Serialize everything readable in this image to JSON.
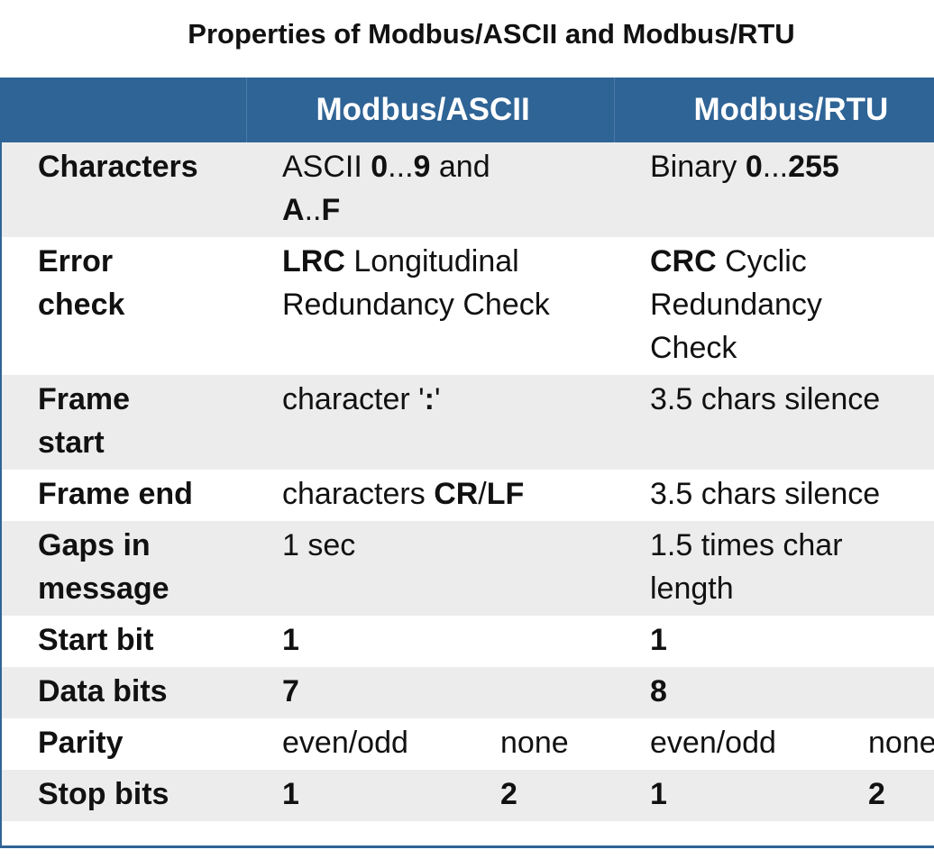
{
  "title": "Properties of Modbus/ASCII and Modbus/RTU",
  "headers": {
    "col1": "Modbus/ASCII",
    "col2": "Modbus/RTU"
  },
  "rows": {
    "characters": {
      "label": "Characters",
      "ascii": {
        "pre": "ASCII ",
        "a": "0",
        "mid": "...",
        "b": "9",
        "post": " and",
        "c": "A",
        "mid2": "..",
        "d": "F"
      },
      "rtu": {
        "pre": "Binary ",
        "a": "0",
        "mid": "...",
        "b": "255"
      }
    },
    "error_check": {
      "label_line1": "Error",
      "label_line2": "check",
      "ascii": {
        "bold": "LRC",
        "rest": " Longitudinal Redundancy Check"
      },
      "rtu": {
        "bold": "CRC",
        "rest": " Cyclic Redundancy Check"
      }
    },
    "frame_start": {
      "label_line1": "Frame",
      "label_line2": "start",
      "ascii": {
        "pre": "character '",
        "bold": ":",
        "post": "'"
      },
      "rtu": "3.5 chars silence"
    },
    "frame_end": {
      "label": "Frame end",
      "ascii": {
        "pre": "characters ",
        "a": "CR",
        "sep": "/",
        "b": "LF"
      },
      "rtu": "3.5 chars silence"
    },
    "gaps": {
      "label_line1": "Gaps in",
      "label_line2": "message",
      "ascii": "1 sec",
      "rtu": "1.5 times char length"
    },
    "start_bit": {
      "label": "Start bit",
      "ascii": "1",
      "rtu": "1"
    },
    "data_bits": {
      "label": "Data bits",
      "ascii": "7",
      "rtu": "8"
    },
    "parity": {
      "label": "Parity",
      "ascii_a": "even/odd",
      "ascii_b": "none",
      "rtu_a": "even/odd",
      "rtu_b": "none"
    },
    "stop_bits": {
      "label": "Stop bits",
      "ascii_a": "1",
      "ascii_b": "2",
      "rtu_a": "1",
      "rtu_b": "2"
    }
  },
  "colors": {
    "header_bg": "#2f6496",
    "header_text": "#ffffff",
    "shaded_row": "#ececec"
  }
}
